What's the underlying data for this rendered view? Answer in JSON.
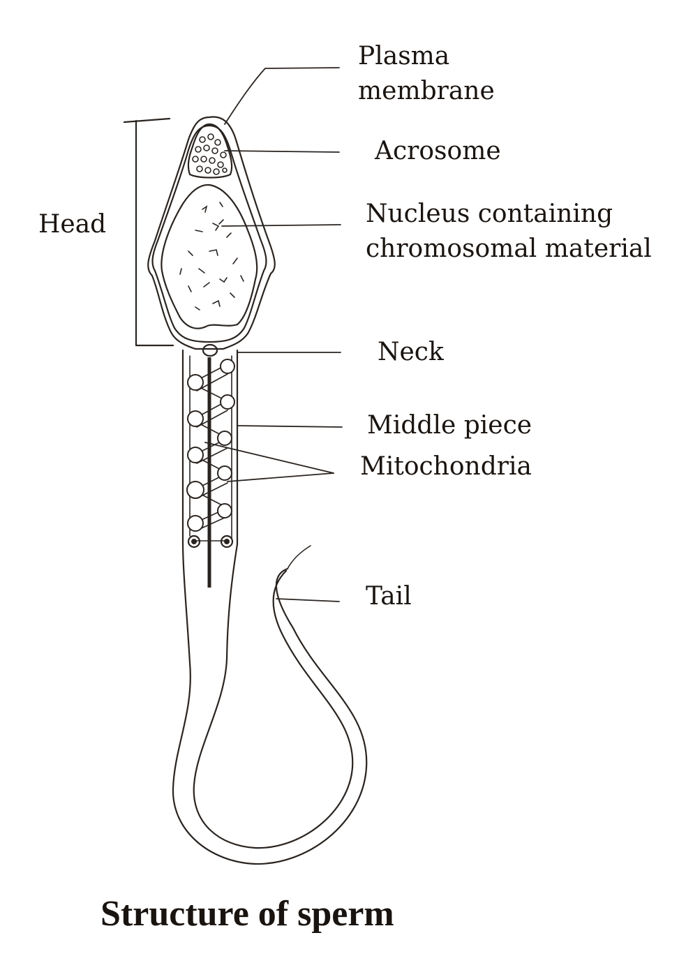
{
  "diagram": {
    "labels": {
      "plasma_membrane_line1": "Plasma",
      "plasma_membrane_line2": "membrane",
      "acrosome": "Acrosome",
      "nucleus_line1": "Nucleus containing",
      "nucleus_line2": "chromosomal material",
      "head": "Head",
      "neck": "Neck",
      "middle_piece": "Middle piece",
      "mitochondria": "Mitochondria",
      "tail": "Tail"
    },
    "caption": "Structure of sperm"
  }
}
